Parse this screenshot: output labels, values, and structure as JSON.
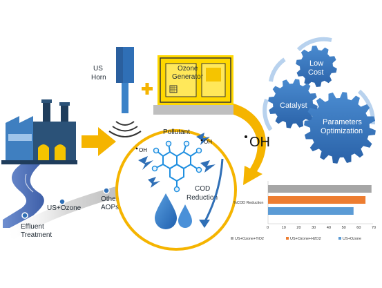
{
  "labels": {
    "us_horn_line1": "US",
    "us_horn_line2": "Horn",
    "ozone_gen_line1": "Ozone",
    "ozone_gen_line2": "Generator",
    "oh_radical": "OH",
    "pollutant": "Pollutant",
    "oh_small_1": "OH",
    "oh_small_2": "OH",
    "cod_line1": "COD",
    "cod_line2": "Reduction",
    "us_ozone": "US+Ozone",
    "other_aops_line1": "Other",
    "other_aops_line2": "AOPs",
    "effluent_line1": "Effluent",
    "effluent_line2": "Treatment"
  },
  "gears": {
    "low_cost_line1": "Low",
    "low_cost_line2": "Cost",
    "catalyst": "Catalyst",
    "params_line1": "Parameters",
    "params_line2": "Optimization"
  },
  "chart_data": {
    "type": "bar",
    "orientation": "horizontal",
    "ylabel": "%COD Reduction",
    "xlim": [
      0,
      70
    ],
    "x_ticks": [
      "0",
      "10",
      "20",
      "30",
      "40",
      "50",
      "60",
      "70"
    ],
    "categories": [
      "US+Ozone+TiO2",
      "US+Ozone+H2O2",
      "US+Ozone"
    ],
    "series": [
      {
        "name": "US+Ozone+TiO2",
        "value": 69,
        "color": "#a6a6a6"
      },
      {
        "name": "US+Ozone+H2O2",
        "value": 65,
        "color": "#ed7d31"
      },
      {
        "name": "US+Ozone",
        "value": 57,
        "color": "#5b9bd5"
      }
    ],
    "legend_position": "bottom"
  },
  "colors": {
    "accent_yellow": "#f5b400",
    "generator_yellow": "#ffd800",
    "gear_blue": "#2f6fb6",
    "factory_blue": "#1f3d5c",
    "stream_blue": "#5a7cc0"
  }
}
